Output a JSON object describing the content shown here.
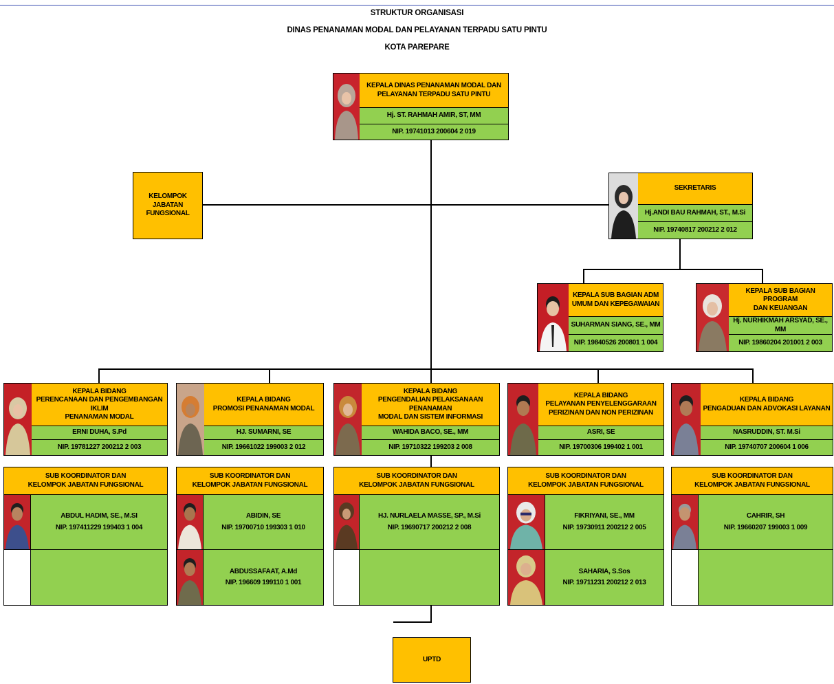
{
  "header": {
    "line1": "STRUKTUR ORGANISASI",
    "line2": "DINAS PENANAMAN MODAL DAN PELAYANAN TERPADU SATU PINTU",
    "line3": "KOTA PAREPARE"
  },
  "kepala_dinas": {
    "title1": "KEPALA DINAS PENANAMAN MODAL DAN",
    "title2": "PELAYANAN TERPADU SATU PINTU",
    "name": "Hj. ST. RAHMAH AMIR, ST, MM",
    "nip": "NIP. 19741013 200604 2 019"
  },
  "jabatan_fungsional": {
    "line1": "KELOMPOK JABATAN",
    "line2": "FUNGSIONAL"
  },
  "sekretaris": {
    "title": "SEKRETARIS",
    "name": "Hj.ANDI BAU RAHMAH, ST., M.Si",
    "nip": "NIP. 19740817 200212 2 012"
  },
  "subbag_umum": {
    "title1": "KEPALA SUB BAGIAN ADM",
    "title2": "UMUM DAN KEPEGAWAIAN",
    "name": "SUHARMAN SIANG, SE., MM",
    "nip": "NIP. 19840526 200801 1 004"
  },
  "subbag_program": {
    "title1": "KEPALA SUB BAGIAN PROGRAM",
    "title2": "DAN KEUANGAN",
    "name": "Hj. NURHIKMAH ARSYAD, SE., MM",
    "nip": "NIP. 19860204 201001 2 003"
  },
  "bidang": [
    {
      "l1": "KEPALA BIDANG",
      "l2": "PERENCANAAN DAN PENGEMBANGAN IKLIM",
      "l3": "PENANAMAN MODAL",
      "name": "ERNI DUHA, S.Pd",
      "nip": "NIP. 19781227 200212 2 003"
    },
    {
      "l1": "KEPALA BIDANG",
      "l2": "PROMOSI PENANAMAN MODAL",
      "l3": "",
      "name": "HJ. SUMARNI, SE",
      "nip": "NIP. 19661022 199003 2 012"
    },
    {
      "l1": "KEPALA BIDANG",
      "l2": "PENGENDALIAN PELAKSANAAN PENANAMAN",
      "l3": "MODAL DAN SISTEM INFORMASI",
      "name": "WAHIDA BACO, SE., MM",
      "nip": "NIP. 19710322 199203 2 008"
    },
    {
      "l1": "KEPALA BIDANG",
      "l2": "PELAYANAN PENYELENGGARAAN",
      "l3": "PERIZINAN DAN NON PERIZINAN",
      "name": "ASRI, SE",
      "nip": "NIP. 19700306 199402 1 001"
    },
    {
      "l1": "KEPALA BIDANG",
      "l2": "PENGADUAN DAN ADVOKASI LAYANAN",
      "l3": "",
      "name": "NASRUDDIN, ST. M.Si",
      "nip": "NIP. 19740707 200604 1 006"
    }
  ],
  "sub_koordinator": {
    "l1": "SUB KOORDINATOR DAN",
    "l2": "KELOMPOK JABATAN FUNGSIONAL"
  },
  "staff": [
    {
      "r1_name": "ABDUL HADIM, SE., M.SI",
      "r1_nip": "NIP. 197411229 199403 1 004",
      "r2_name": "",
      "r2_nip": ""
    },
    {
      "r1_name": "ABIDIN, SE",
      "r1_nip": "NIP. 19700710 199303 1 010",
      "r2_name": "ABDUSSAFAAT, A.Md",
      "r2_nip": "NIP. 196609 199110 1 001"
    },
    {
      "r1_name": "HJ. NURLAELA MASSE, SP., M.Si",
      "r1_nip": "NIP. 19690717 200212 2 008",
      "r2_name": "",
      "r2_nip": ""
    },
    {
      "r1_name": "FIKRIYANI, SE., MM",
      "r1_nip": "NIP. 19730911 200212 2 005",
      "r2_name": "SAHARIA, S.Sos",
      "r2_nip": "NIP. 19711231 200212 2 013"
    },
    {
      "r1_name": "CAHRIR, SH",
      "r1_nip": "NIP. 19660207 199003 1 009",
      "r2_name": "",
      "r2_nip": ""
    }
  ],
  "uptd": {
    "label": "UPTD"
  },
  "colors": {
    "yellow": "#ffc000",
    "green": "#92d050",
    "line": "#000000"
  }
}
